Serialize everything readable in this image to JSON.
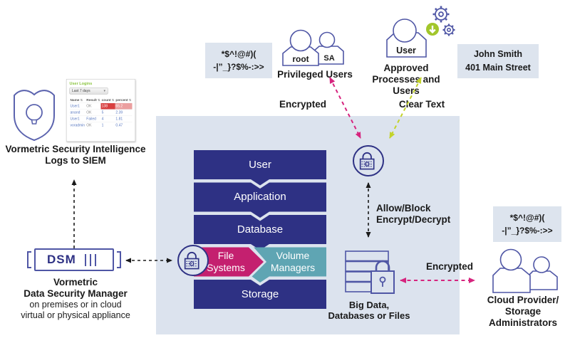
{
  "colors": {
    "navy": "#2e3184",
    "magenta": "#c4206f",
    "teal": "#5fa5b3",
    "pink_arrow": "#d6247e",
    "green_arrow": "#c3d32b",
    "green_badge": "#a2c62b",
    "panel_bg": "#dce3ee",
    "outline": "#4f56a5",
    "black": "#1a1a1a"
  },
  "siem": {
    "line1": "Vormetric Security Intelligence",
    "line2": "Logs to SIEM"
  },
  "logins": {
    "title": "User Logins",
    "filter": "Last 7 days",
    "caret": "▾",
    "sort_icon": "⇅",
    "headers": [
      "Name",
      "Result",
      "count",
      "percent"
    ],
    "rows": [
      [
        "User1",
        "OK",
        "138",
        "65.2"
      ],
      [
        "anand",
        "OK",
        "5",
        "2.39"
      ],
      [
        "User1",
        "Failed",
        "4",
        "1.81"
      ],
      [
        "voradmin",
        "OK",
        "1",
        "0.47"
      ]
    ]
  },
  "dsm": {
    "name": "DSM",
    "cap1": "Vormetric",
    "cap2": "Data Security Manager",
    "cap3": "on premises or in cloud",
    "cap4": "virtual or physical appliance"
  },
  "garbled": {
    "line1": "*$^!@#)(",
    "line2": "-|”_}?$%-:>>"
  },
  "top": {
    "privileged": {
      "p1": "root",
      "p2": "SA",
      "label": "Privileged Users"
    },
    "approved": {
      "person": "User",
      "label1": "Approved",
      "label2": "Processes and Users"
    },
    "john": {
      "line1": "John Smith",
      "line2": "401 Main Street"
    }
  },
  "flows": {
    "encrypted_top": "Encrypted",
    "clear_text": "Clear Text",
    "allow1": "Allow/Block",
    "allow2": "Encrypt/Decrypt",
    "encrypted_right": "Encrypted"
  },
  "stack": {
    "user": "User",
    "application": "Application",
    "database": "Database",
    "fs1": "File",
    "fs2": "Systems",
    "vm1": "Volume",
    "vm2": "Managers",
    "storage": "Storage"
  },
  "bigdata": {
    "line1": "Big Data,",
    "line2": "Databases or Files"
  },
  "cloud": {
    "line1": "Cloud Provider/",
    "line2": "Storage",
    "line3": "Administrators"
  }
}
